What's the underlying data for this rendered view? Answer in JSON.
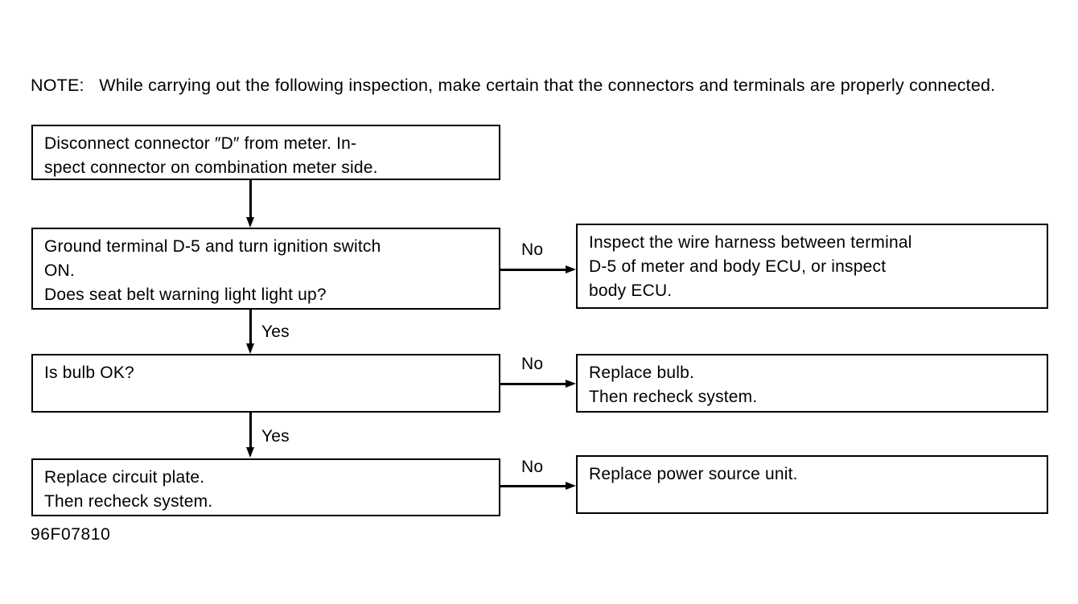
{
  "page": {
    "background_color": "#ffffff",
    "ink_color": "#000000",
    "figure_caption": "96F07810"
  },
  "note": {
    "label": "NOTE:",
    "text": "While carrying out the following inspection, make certain that the connectors and terminals are properly connected."
  },
  "flowchart": {
    "type": "diagnostic-flowchart",
    "boxes": [
      {
        "id": "disconnect",
        "text": "Disconnect connector ″D″ from meter. In-\nspect connector on combination meter side."
      },
      {
        "id": "ground",
        "text": "Ground terminal D-5 and turn ignition switch\nON.\nDoes seat belt warning light light up?"
      },
      {
        "id": "harness",
        "text": "Inspect the wire harness between terminal\nD-5 of meter and body ECU, or inspect\nbody ECU."
      },
      {
        "id": "bulb",
        "text": "Is bulb OK?"
      },
      {
        "id": "replace-bulb",
        "text": "Replace bulb.\nThen recheck system."
      },
      {
        "id": "circuit-plate",
        "text": "Replace circuit plate.\nThen recheck system."
      },
      {
        "id": "power-source",
        "text": "Replace power source unit."
      }
    ],
    "branch_labels": {
      "no_1": "No",
      "no_2": "No",
      "no_3": "No",
      "yes_1": "Yes",
      "yes_2": "Yes"
    },
    "connections": [
      {
        "from": "disconnect",
        "to": "ground",
        "label": "",
        "direction": "down"
      },
      {
        "from": "ground",
        "to": "harness",
        "label": "No",
        "direction": "right"
      },
      {
        "from": "ground",
        "to": "bulb",
        "label": "Yes",
        "direction": "down"
      },
      {
        "from": "bulb",
        "to": "replace-bulb",
        "label": "No",
        "direction": "right"
      },
      {
        "from": "bulb",
        "to": "circuit-plate",
        "label": "Yes",
        "direction": "down"
      },
      {
        "from": "circuit-plate",
        "to": "power-source",
        "label": "No",
        "direction": "right"
      }
    ]
  }
}
